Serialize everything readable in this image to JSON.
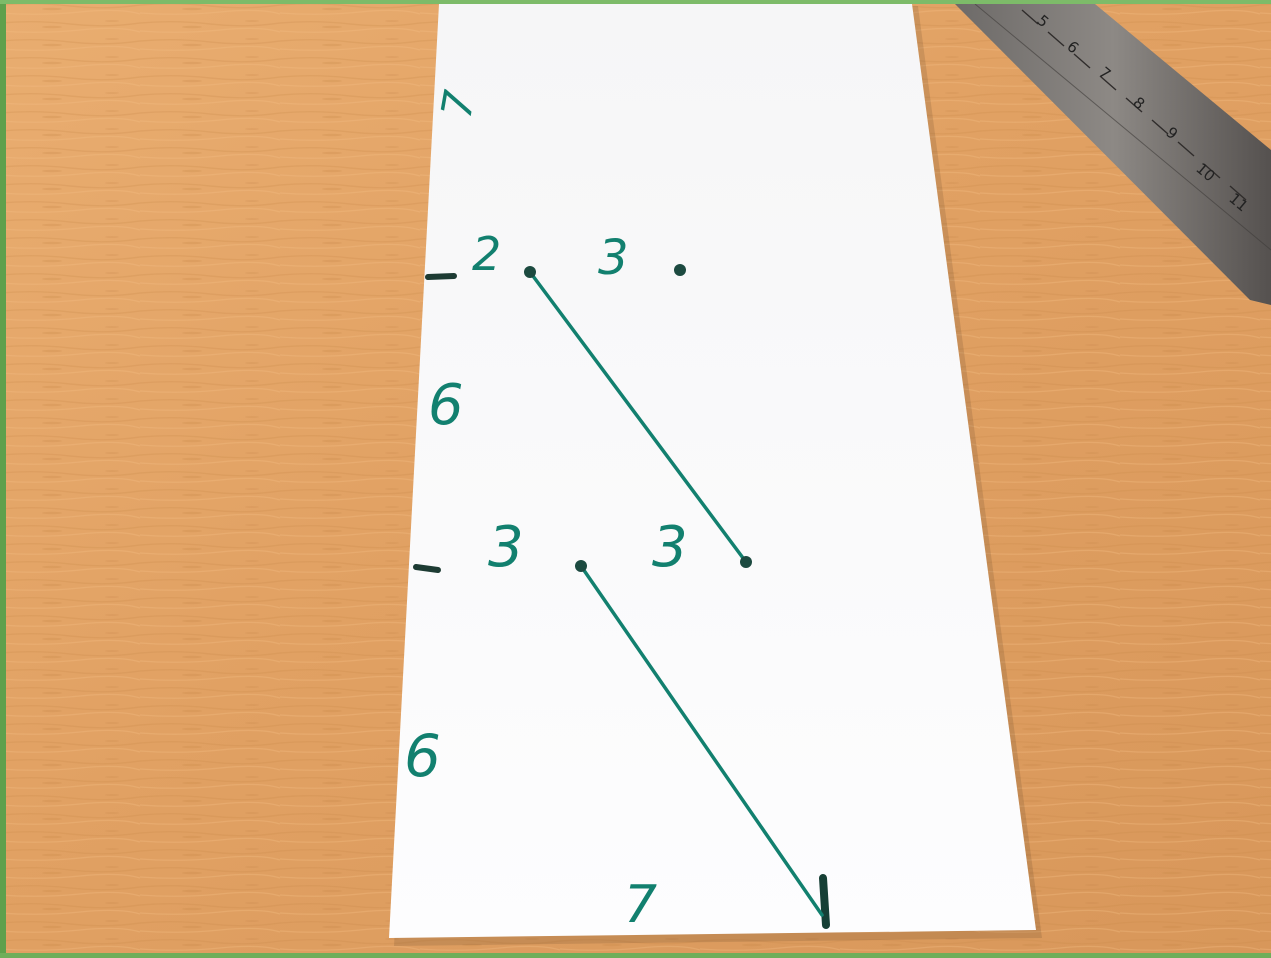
{
  "photo": {
    "subject": "paper strip with handwritten measurements on a wooden table",
    "marker_color": "#12806f",
    "paper_color": "#fbfbfd",
    "wood_color": "#e2a465"
  },
  "labels": {
    "top_mark": "7",
    "row1_left": "2",
    "row1_right": "3",
    "side_upper": "6",
    "row2_left": "3",
    "row2_right": "3",
    "side_lower": "6",
    "bottom_mark": "7"
  },
  "ruler": {
    "ticks": [
      "5",
      "6",
      "7",
      "8",
      "9",
      "10",
      "11"
    ]
  }
}
